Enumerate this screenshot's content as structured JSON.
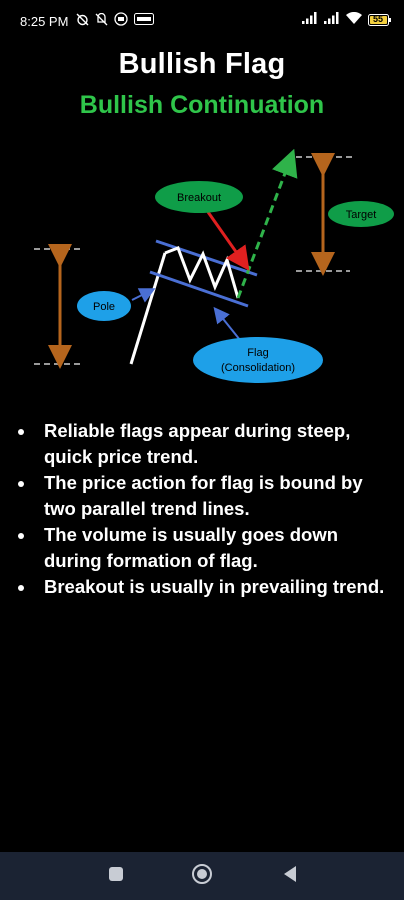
{
  "status_bar": {
    "time": "8:25 PM",
    "battery": "55",
    "left_icons": [
      "alarm-off-icon",
      "mute-icon",
      "vpn-icon",
      "notification-icon"
    ],
    "right_icons": [
      "signal-icon",
      "signal-icon",
      "wifi-icon",
      "battery-icon"
    ]
  },
  "header": {
    "title": "Bullish Flag",
    "subtitle": "Bullish Continuation",
    "subtitle_color": "#2fc54a"
  },
  "diagram": {
    "labels": {
      "breakout": "Breakout",
      "target": "Target",
      "pole": "Pole",
      "flag_line1": "Flag",
      "flag_line2": "(Consolidation)"
    },
    "colors": {
      "green_label": "#0f9d48",
      "blue_label": "#1ea0e8",
      "trend_lines": "#4a6fd4",
      "measure_arrows": "#b5651d",
      "breakout_arrow": "#2fb34a",
      "pointer_red": "#e02020"
    }
  },
  "bullets": [
    "Reliable flags appear during steep, quick price trend.",
    "The price action for flag is bound by two parallel trend lines.",
    "The volume is usually goes down during formation of flag.",
    "Breakout is usually in prevailing trend."
  ],
  "nav_bar": {
    "buttons": [
      "recents-icon",
      "home-icon",
      "back-icon"
    ]
  }
}
